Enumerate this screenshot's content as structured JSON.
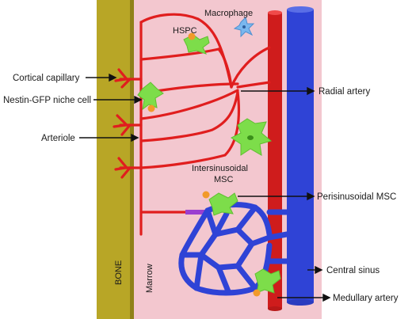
{
  "labels": {
    "hspc": "HSPC",
    "macrophage": "Macrophage",
    "cortical_capillary": "Cortical capillary",
    "nestin_niche": "Nestin-GFP niche cell",
    "arteriole": "Arteriole",
    "radial_artery": "Radial artery",
    "intersinusoidal_line1": "Intersinusoidal",
    "intersinusoidal_line2": "MSC",
    "perisinusoidal_msc": "Perisinusoidal MSC",
    "central_sinus": "Central sinus",
    "medullary_artery": "Medullary artery",
    "bone": "BONE",
    "marrow": "Marrow"
  },
  "colors": {
    "bone": "#b8a626",
    "marrow": "#f3c7cf",
    "artery": "#e01e1e",
    "sinus": "#2f43d6",
    "msc": "#7ddd4a",
    "hspc": "#f19a2a",
    "macrophage": "#7ab7ee"
  }
}
